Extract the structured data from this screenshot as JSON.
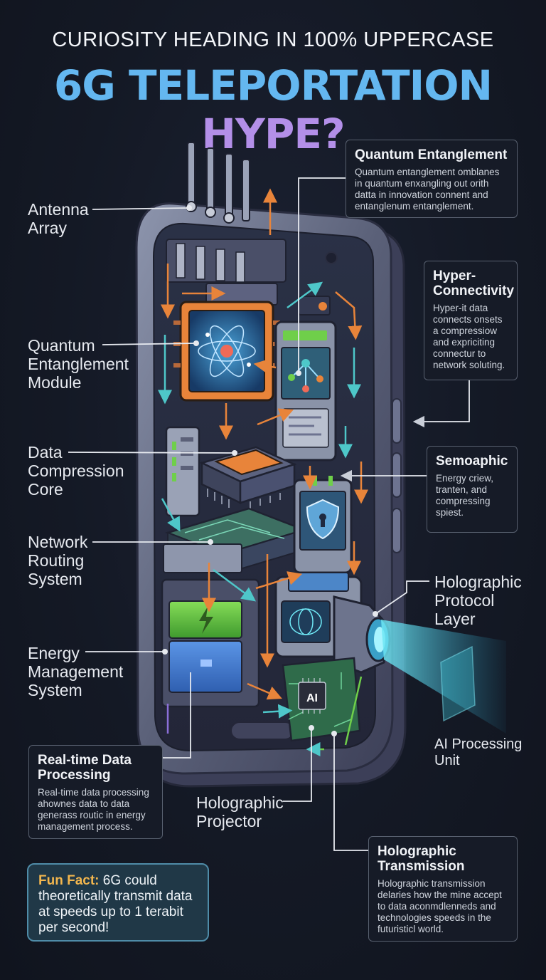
{
  "header": {
    "kicker": "CURIOSITY HEADING IN 100% UPPERCASE",
    "headline_part1": "6G TELEPORTATION",
    "headline_part2": "HYPE?"
  },
  "left_labels": [
    "Antenna\nArray",
    "Quantum\nEntanglement\nModule",
    "Data\nCompression\nCore",
    "Network\nRouting\nSystem",
    "Energy\nManagement\nSystem"
  ],
  "right_labels": {
    "holographic_protocol": "Holographic\nProtocol\nLayer",
    "ai_processing": "AI Processing\nUnit",
    "holographic_projector": "Holographic\nProjector"
  },
  "chip_text": "AI",
  "cards": {
    "quantum": {
      "title": "Quantum Entanglement",
      "body": "Quantum entanglement omblanes in quantum enxangling out orith datta in innovation connent and entanglenum entanglement."
    },
    "hyper": {
      "title": "Hyper-\nConnectivity",
      "body": "Hyper-it data connects onsets a compressiow and expriciting connectur to network soluting."
    },
    "semo": {
      "title": "Semoaphic",
      "body": "Energy criew, tranten, and compressing spiest."
    },
    "realtime": {
      "title": "Real-time Data\nProcessing",
      "body": "Real-time data processing ahownes data to data generass routic in energy management process."
    },
    "transmission": {
      "title": "Holographic\nTransmission",
      "body": "Holographic transmission delaries how the mine accept to data aconmdlenneds and technologies speeds in the futuristicl world."
    }
  },
  "fun_fact": {
    "label": "Fun Fact:",
    "text": " 6G could theoretically transmit data at speeds up to 1 terabit per second!"
  },
  "colors": {
    "headline_blue": "#64b7f0",
    "headline_purple": "#b38fe8",
    "orange_accent": "#e8843a",
    "teal_accent": "#4ec7c9",
    "green_battery": "#6fcf4a",
    "background": "#141925"
  }
}
